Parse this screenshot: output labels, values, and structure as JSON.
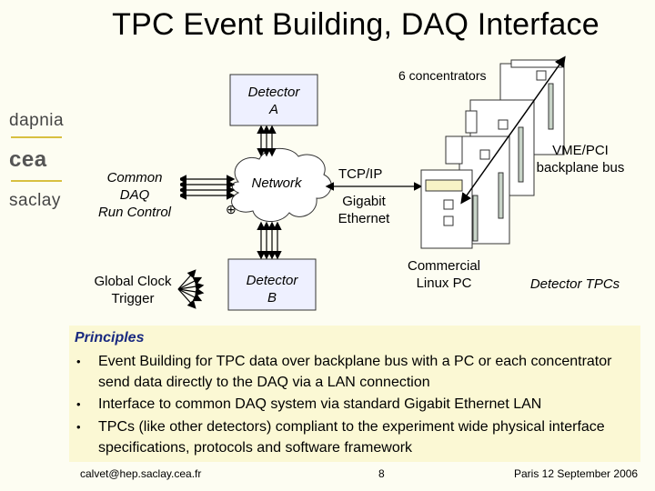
{
  "slide": {
    "title": "TPC Event Building, DAQ Interface"
  },
  "logos": {
    "top": "dapnia",
    "middle": "cea",
    "bottom": "saclay"
  },
  "diagram": {
    "concentrators_label": "6 concentrators",
    "detector_a": "Detector\nA",
    "network": "Network",
    "common_daq": "Common\nDAQ\nRun Control",
    "global_clock": "Global Clock\nTrigger",
    "detector_b": "Detector\nB",
    "tcpip": "TCP/IP",
    "gigabit": "Gigabit\nEthernet",
    "vme_pci": "VME/PCI\nbackplane bus",
    "linux_pc": "Commercial\nLinux PC",
    "detector_tpcs": "Detector TPCs"
  },
  "principles": {
    "heading": "Principles",
    "bullets": [
      "Event Building for TPC data over backplane bus with a PC or each concentrator send data directly to the DAQ via a LAN connection",
      "Interface to common DAQ system via standard Gigabit Ethernet LAN",
      "TPCs (like other detectors) compliant to the experiment wide physical interface specifications, protocols and software framework"
    ],
    "bullet_char": "•"
  },
  "footer": {
    "email": "calvet@hep.saclay.cea.fr",
    "page": "8",
    "date": "Paris 12 September 2006"
  },
  "colors": {
    "background": "#fdfdf2",
    "detector_box": "#eef0ff",
    "principles_bg": "#fbf8d4",
    "heading": "#1a2a80",
    "logo_line": "#d8c040"
  }
}
